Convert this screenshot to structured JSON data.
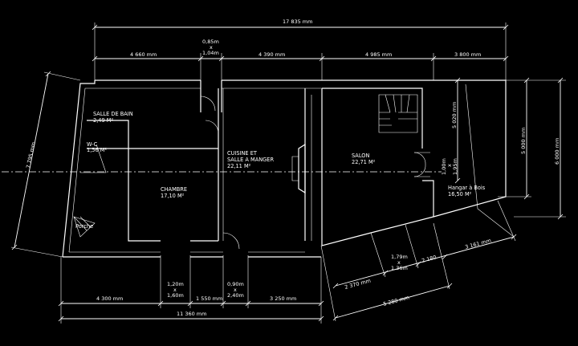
{
  "dimensions": {
    "overall_top": "17 835 mm",
    "seg_4660": "4 660 mm",
    "opening_top_w": "0,85m",
    "opening_top_x": "x",
    "opening_top_h": "1,04m",
    "seg_4390": "4 390 mm",
    "seg_4985": "4 985 mm",
    "seg_3800": "3 800 mm",
    "height_5020": "5 020 mm",
    "height_5000": "5 000 mm",
    "height_6000": "6 000 mm",
    "left_7795": "7 795 mm",
    "bottom_4300": "4 300 mm",
    "win1_w": "1,20m",
    "win1_x": "x",
    "win1_h": "1,60m",
    "bottom_1550": "1 550 mm",
    "win2_w": "0,90m",
    "win2_x": "x",
    "win2_h": "2,40m",
    "bottom_3250": "3 250 mm",
    "overall_bottom": "11 360 mm",
    "diag_2370": "2 370 mm",
    "diag_win_w": "1,79m",
    "diag_win_x": "x",
    "diag_win_h": "1,36m",
    "diag_180": "2 180",
    "diag_3161": "3 161 mm",
    "diag_5280": "5 280 mm",
    "door_salon_w": "1,00m",
    "door_salon_x": "x",
    "door_salon_h": "1,95m"
  },
  "rooms": {
    "sdb_name": "SALLE DE BAIN",
    "sdb_area": "2,49 M²",
    "wc_name": "W-C",
    "wc_area": "1,56 M²",
    "chambre_name": "CHAMBRE",
    "chambre_area": "17,10 M²",
    "cuisine_name1": "CUISINE ET",
    "cuisine_name2": "SALLE A MANGER",
    "cuisine_area": "22,11 M²",
    "salon_name": "SALON",
    "salon_area": "22,71 M²",
    "hangar_name": "Hangar à Bois",
    "hangar_area": "16,50 M²",
    "porch_name": "Porche"
  },
  "colors": {
    "background": "#000000",
    "lines": "#ffffff"
  }
}
